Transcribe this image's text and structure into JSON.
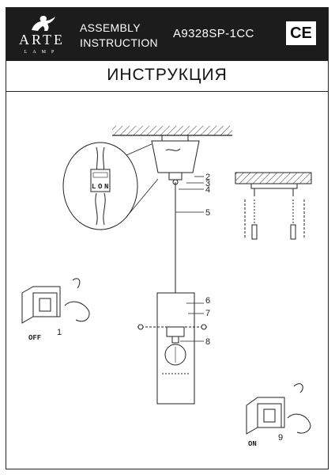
{
  "header": {
    "brand_name": "ARTE",
    "brand_sub": "LAMP",
    "assembly_line1": "ASSEMBLY",
    "assembly_line2": "INSTRUCTION",
    "model": "A9328SP-1CC",
    "cert_mark": "CE"
  },
  "title": "ИНСТРУКЦИЯ",
  "callouts": [
    "2",
    "3",
    "4",
    "5",
    "6",
    "7",
    "8"
  ],
  "switch_off": {
    "label": "OFF",
    "step": "1"
  },
  "switch_on": {
    "label": "ON",
    "step": "9"
  },
  "terminal_letters": [
    "L",
    "O",
    "N"
  ]
}
